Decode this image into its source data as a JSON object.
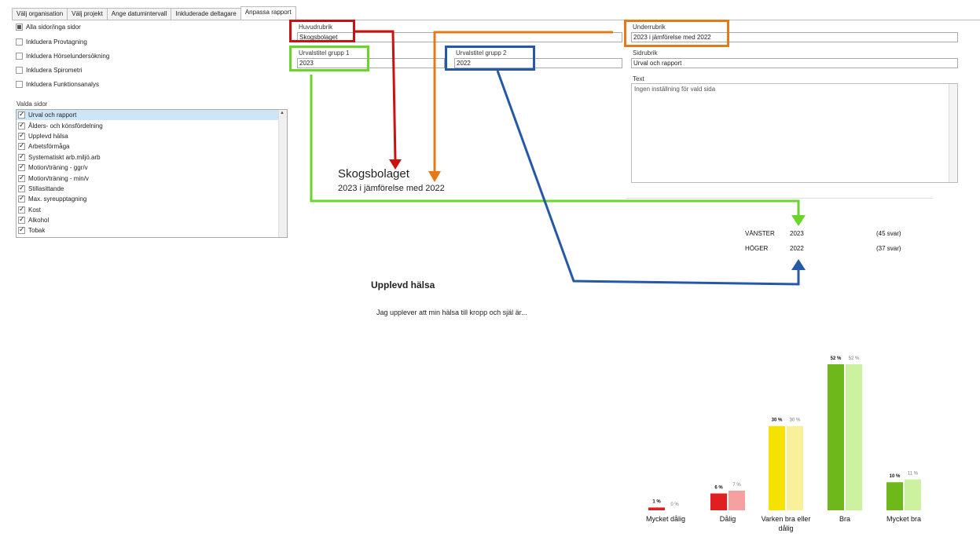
{
  "tabs": [
    {
      "label": "Välj organisation",
      "active": false
    },
    {
      "label": "Välj projekt",
      "active": false
    },
    {
      "label": "Ange datumintervall",
      "active": false
    },
    {
      "label": "Inkluderade deltagare",
      "active": false
    },
    {
      "label": "Anpassa rapport",
      "active": true
    }
  ],
  "options": {
    "all_pages": "Alla sidor/inga sidor",
    "include_provtagning": "Inkludera Provtagning",
    "include_horsel": "Inkludera Hörselundersökning",
    "include_spirometri": "Inkludera Spirometri",
    "include_funktion": "Inkludera Funktionsanalys"
  },
  "selected_pages": {
    "label": "Valda sidor",
    "items": [
      "Urval och rapport",
      "Ålders- och könsfördelning",
      "Upplevd hälsa",
      "Arbetsförmåga",
      "Systematiskt arb.miljö.arb",
      "Motion/träning - ggr/v",
      "Motion/träning - min/v",
      "Stillasittande",
      "Max. syreupptagning",
      "Kost",
      "Alkohol",
      "Tobak"
    ]
  },
  "form": {
    "huvudrubrik_label": "Huvudrubrik",
    "huvudrubrik_value": "Skogsbolaget",
    "underrubrik_label": "Underrubrik",
    "underrubrik_value": "2023 i jämförelse med 2022",
    "grupp1_label": "Urvalstitel grupp 1",
    "grupp1_value": "2023",
    "grupp2_label": "Urvalstitel grupp 2",
    "grupp2_value": "2022",
    "sidrubrik_label": "Sidrubrik",
    "sidrubrik_value": "Urval och rapport",
    "text_label": "Text",
    "text_value": "Ingen inställning för vald sida"
  },
  "preview": {
    "title": "Skogsbolaget",
    "subtitle": "2023 i jämförelse med 2022",
    "left_label": "VÄNSTER",
    "left_year": "2023",
    "left_count": "(45 svar)",
    "right_label": "HÖGER",
    "right_year": "2022",
    "right_count": "(37 svar)",
    "section_title": "Upplevd hälsa",
    "question": "Jag upplever att min hälsa till kropp och själ är..."
  },
  "colors": {
    "red_highlight": "#cc1111",
    "orange_highlight": "#e67817",
    "green_highlight": "#6bd62a",
    "blue_highlight": "#2559a8"
  },
  "chart_data": {
    "type": "bar",
    "categories": [
      "Mycket dålig",
      "Dålig",
      "Varken bra eller dålig",
      "Bra",
      "Mycket bra"
    ],
    "series": [
      {
        "values": [
          1,
          6,
          30,
          52,
          10
        ],
        "labels": [
          "1 %",
          "6 %",
          "30 %",
          "52 %",
          "10 %"
        ]
      },
      {
        "values": [
          0,
          7,
          30,
          52,
          11
        ],
        "labels": [
          "0 %",
          "7 %",
          "30 %",
          "52 %",
          "11 %"
        ]
      }
    ],
    "colors_dark": [
      "#e02020",
      "#e02020",
      "#f6e200",
      "#6fb81c",
      "#6fb81c"
    ],
    "colors_light": [
      "#f6a0a0",
      "#f6a0a0",
      "#f8f09a",
      "#ccf2a0",
      "#ccf2a0"
    ],
    "ylim": [
      0,
      52
    ]
  }
}
